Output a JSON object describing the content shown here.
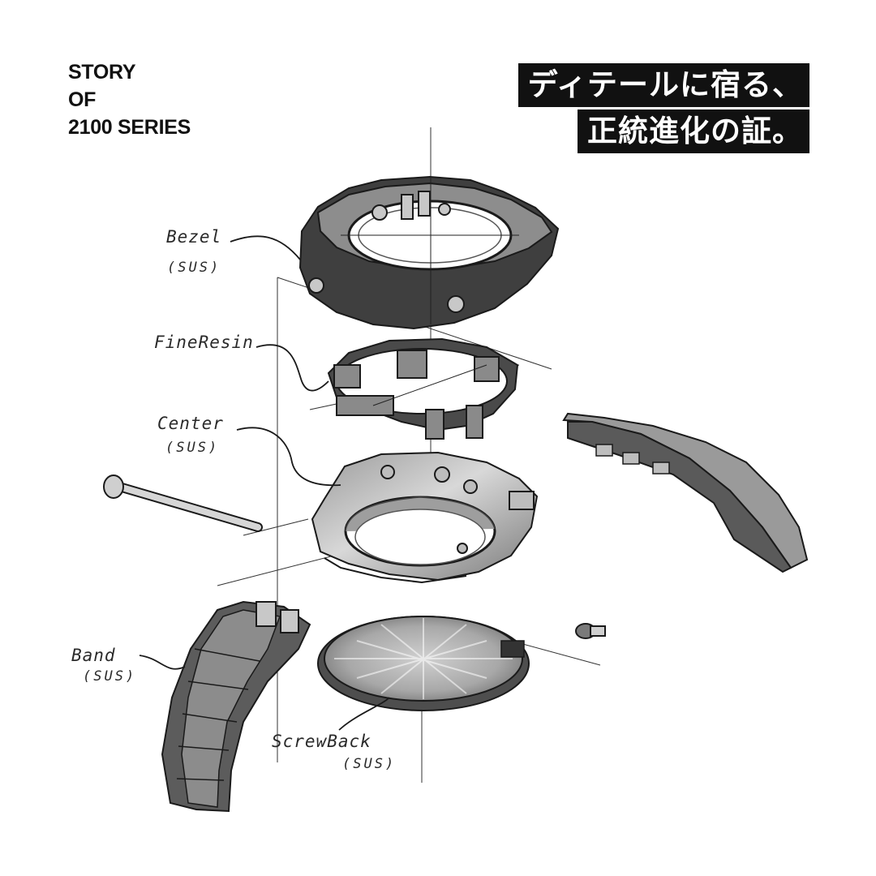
{
  "header": {
    "story_lines": [
      "STORY",
      "OF",
      "2100 SERIES"
    ],
    "catch_lines": [
      "ディテールに宿る、",
      "正統進化の証。"
    ]
  },
  "parts": [
    {
      "name": "Bezel",
      "material": "(SUS)"
    },
    {
      "name": "FineResin",
      "material": ""
    },
    {
      "name": "Center",
      "material": "(SUS)"
    },
    {
      "name": "Band",
      "material": "(SUS)"
    },
    {
      "name": "ScrewBack",
      "material": "(SUS)"
    }
  ],
  "colors": {
    "ink": "#222222",
    "shade": "#6f6f6f",
    "label_box": "#111111"
  }
}
